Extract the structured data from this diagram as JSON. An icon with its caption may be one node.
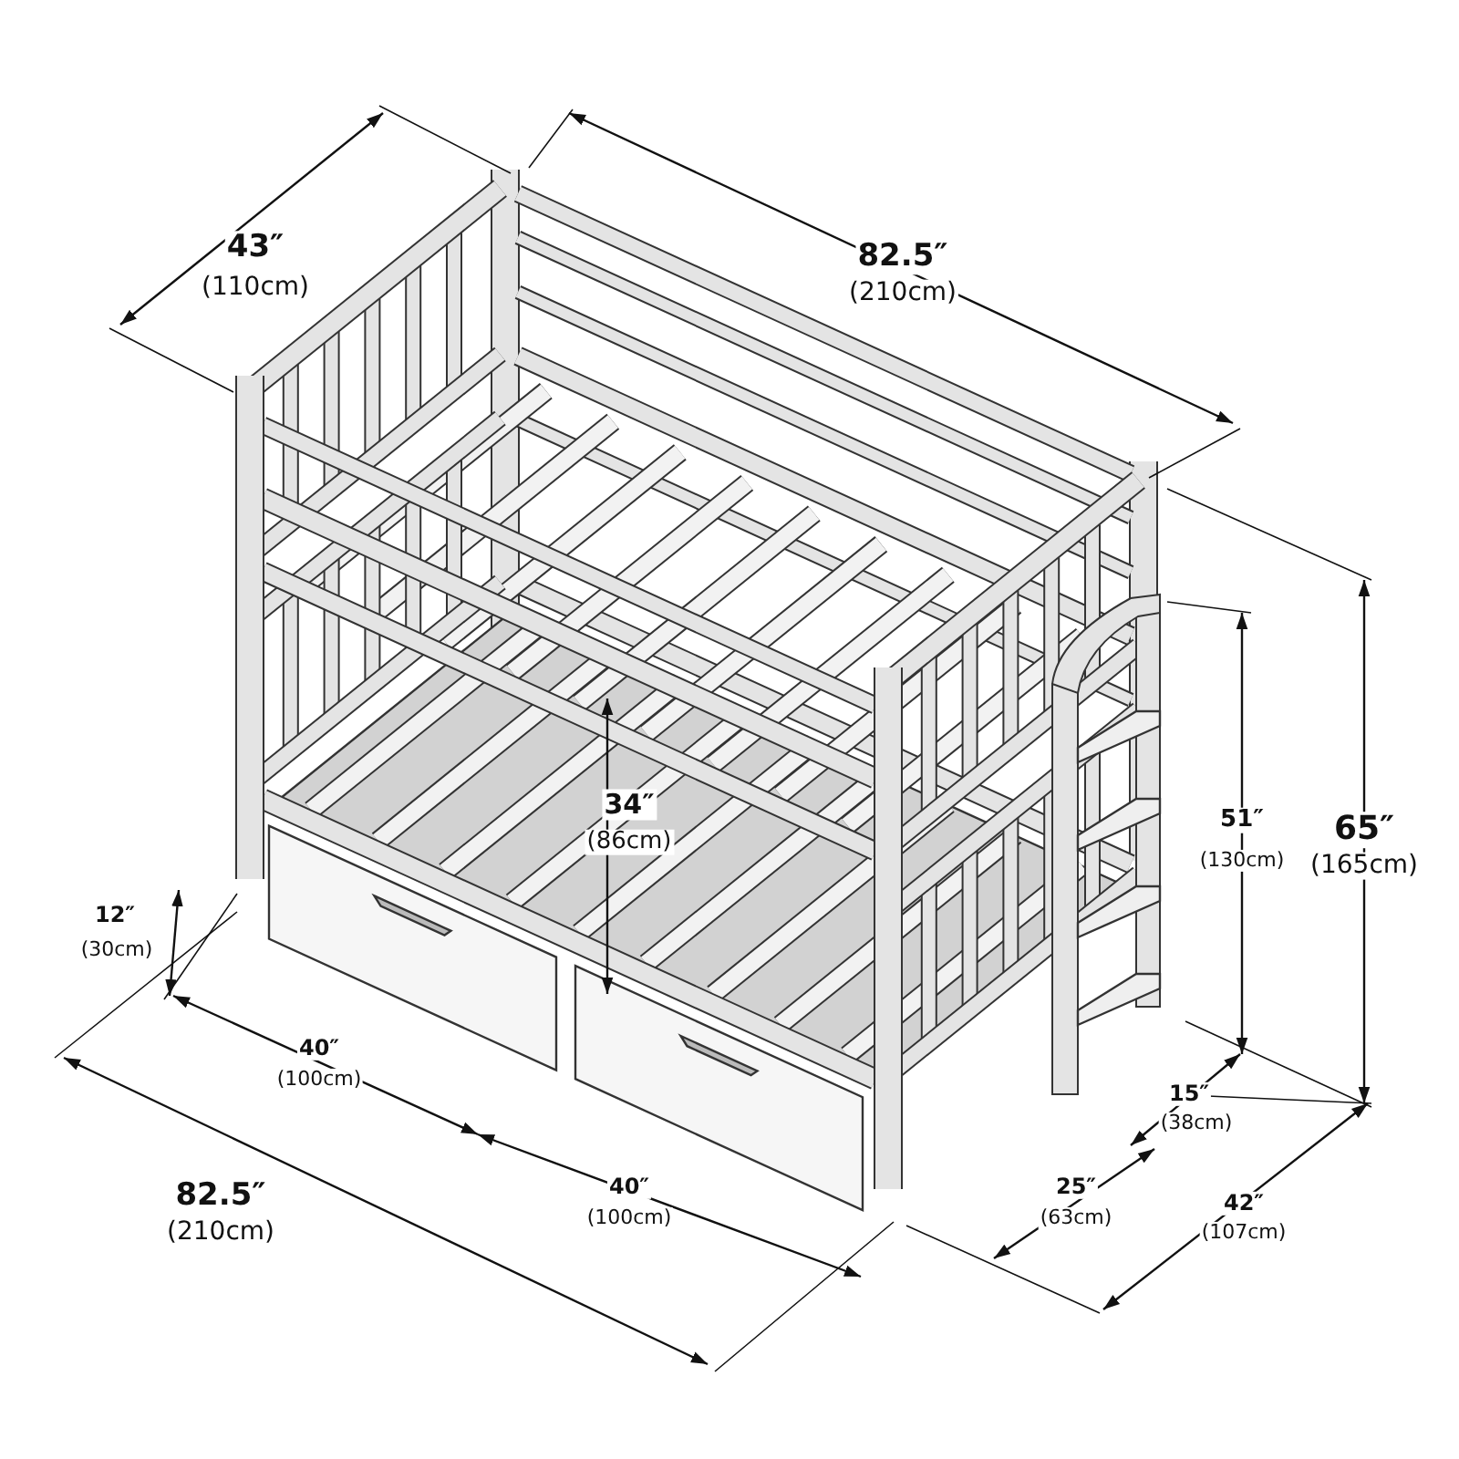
{
  "diagram": {
    "labels": [
      "43″",
      "(110cm)",
      "82.5″",
      "(210cm)",
      "34″",
      "(86cm)",
      "51″",
      "(130cm)",
      "65″",
      "(165cm)",
      "12″",
      "(30cm)",
      "40″",
      "(100cm)",
      "82.5″",
      "(210cm)",
      "15″",
      "(38cm)",
      "40″",
      "(100cm)",
      "25″",
      "(63cm)",
      "42″",
      "(107cm)"
    ]
  }
}
